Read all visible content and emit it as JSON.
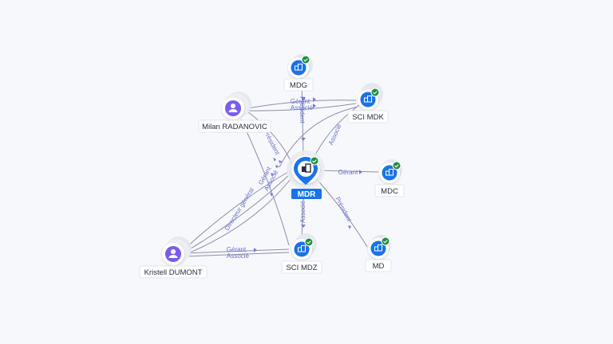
{
  "colors": {
    "company": "#1a73e8",
    "person": "#7b5cf0",
    "check": "#1e8e3e",
    "edge": "#8b90a8",
    "edge_label": "#6b6fd0",
    "center_label_bg": "#1a73e8"
  },
  "nodes": {
    "mdr": {
      "label": "MDR",
      "kind": "company",
      "icon": "building-icon",
      "verified": true,
      "center": true
    },
    "mdg": {
      "label": "MDG",
      "kind": "company",
      "icon": "building-icon",
      "verified": true
    },
    "sci_mdk": {
      "label": "SCI MDK",
      "kind": "company",
      "icon": "building-icon",
      "verified": true
    },
    "mdc": {
      "label": "MDC",
      "kind": "company",
      "icon": "building-icon",
      "verified": true
    },
    "md": {
      "label": "MD",
      "kind": "company",
      "icon": "building-icon",
      "verified": true
    },
    "sci_mdz": {
      "label": "SCI MDZ",
      "kind": "company",
      "icon": "building-icon",
      "verified": true
    },
    "milan": {
      "label": "Milan RADANOVIC",
      "kind": "person",
      "icon": "person-icon",
      "verified": false
    },
    "kristell": {
      "label": "Kristell DUMONT",
      "kind": "person",
      "icon": "person-icon",
      "verified": false
    }
  },
  "edges": [
    {
      "from": "mdg",
      "to": "mdr",
      "label": "Président"
    },
    {
      "from": "milan",
      "to": "sci_mdk",
      "label": "Gérant"
    },
    {
      "from": "milan",
      "to": "sci_mdk",
      "label": "Associé"
    },
    {
      "from": "milan",
      "to": "mdr",
      "label": "Président"
    },
    {
      "from": "milan",
      "to": "sci_mdz",
      "label": ""
    },
    {
      "from": "sci_mdk",
      "to": "mdr",
      "label": "Associé"
    },
    {
      "from": "mdr",
      "to": "mdc",
      "label": "Gérant"
    },
    {
      "from": "mdr",
      "to": "md",
      "label": "Président"
    },
    {
      "from": "mdr",
      "to": "sci_mdz",
      "label": "Associé"
    },
    {
      "from": "kristell",
      "to": "mdr",
      "label": "Directeur général"
    },
    {
      "from": "kristell",
      "to": "mdr",
      "label": "Gérant"
    },
    {
      "from": "kristell",
      "to": "mdr",
      "label": "Associé"
    },
    {
      "from": "kristell",
      "to": "sci_mdz",
      "label": "Gérant"
    },
    {
      "from": "kristell",
      "to": "sci_mdz",
      "label": "Associé"
    }
  ]
}
